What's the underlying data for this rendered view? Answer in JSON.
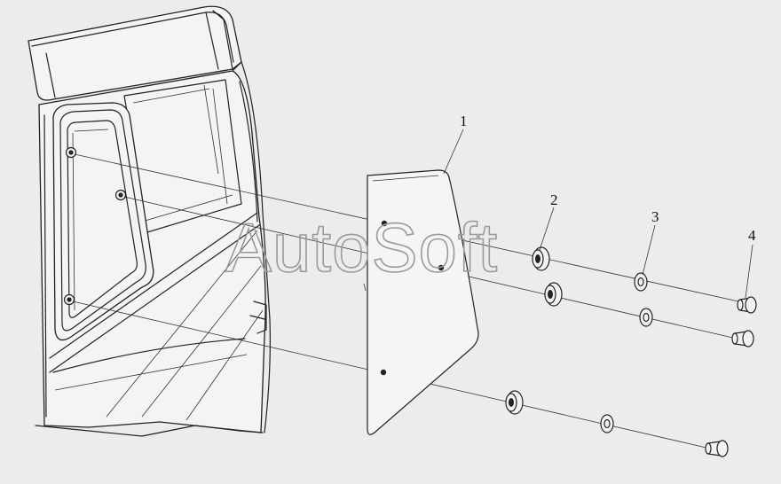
{
  "diagram": {
    "callouts": [
      {
        "id": "1",
        "label": "1"
      },
      {
        "id": "2",
        "label": "2"
      },
      {
        "id": "3",
        "label": "3"
      },
      {
        "id": "4",
        "label": "4"
      }
    ],
    "watermark": "AutoSoft",
    "colors": {
      "background": "#ececec",
      "line": "#222222",
      "watermark": "#9a9a9a"
    }
  }
}
